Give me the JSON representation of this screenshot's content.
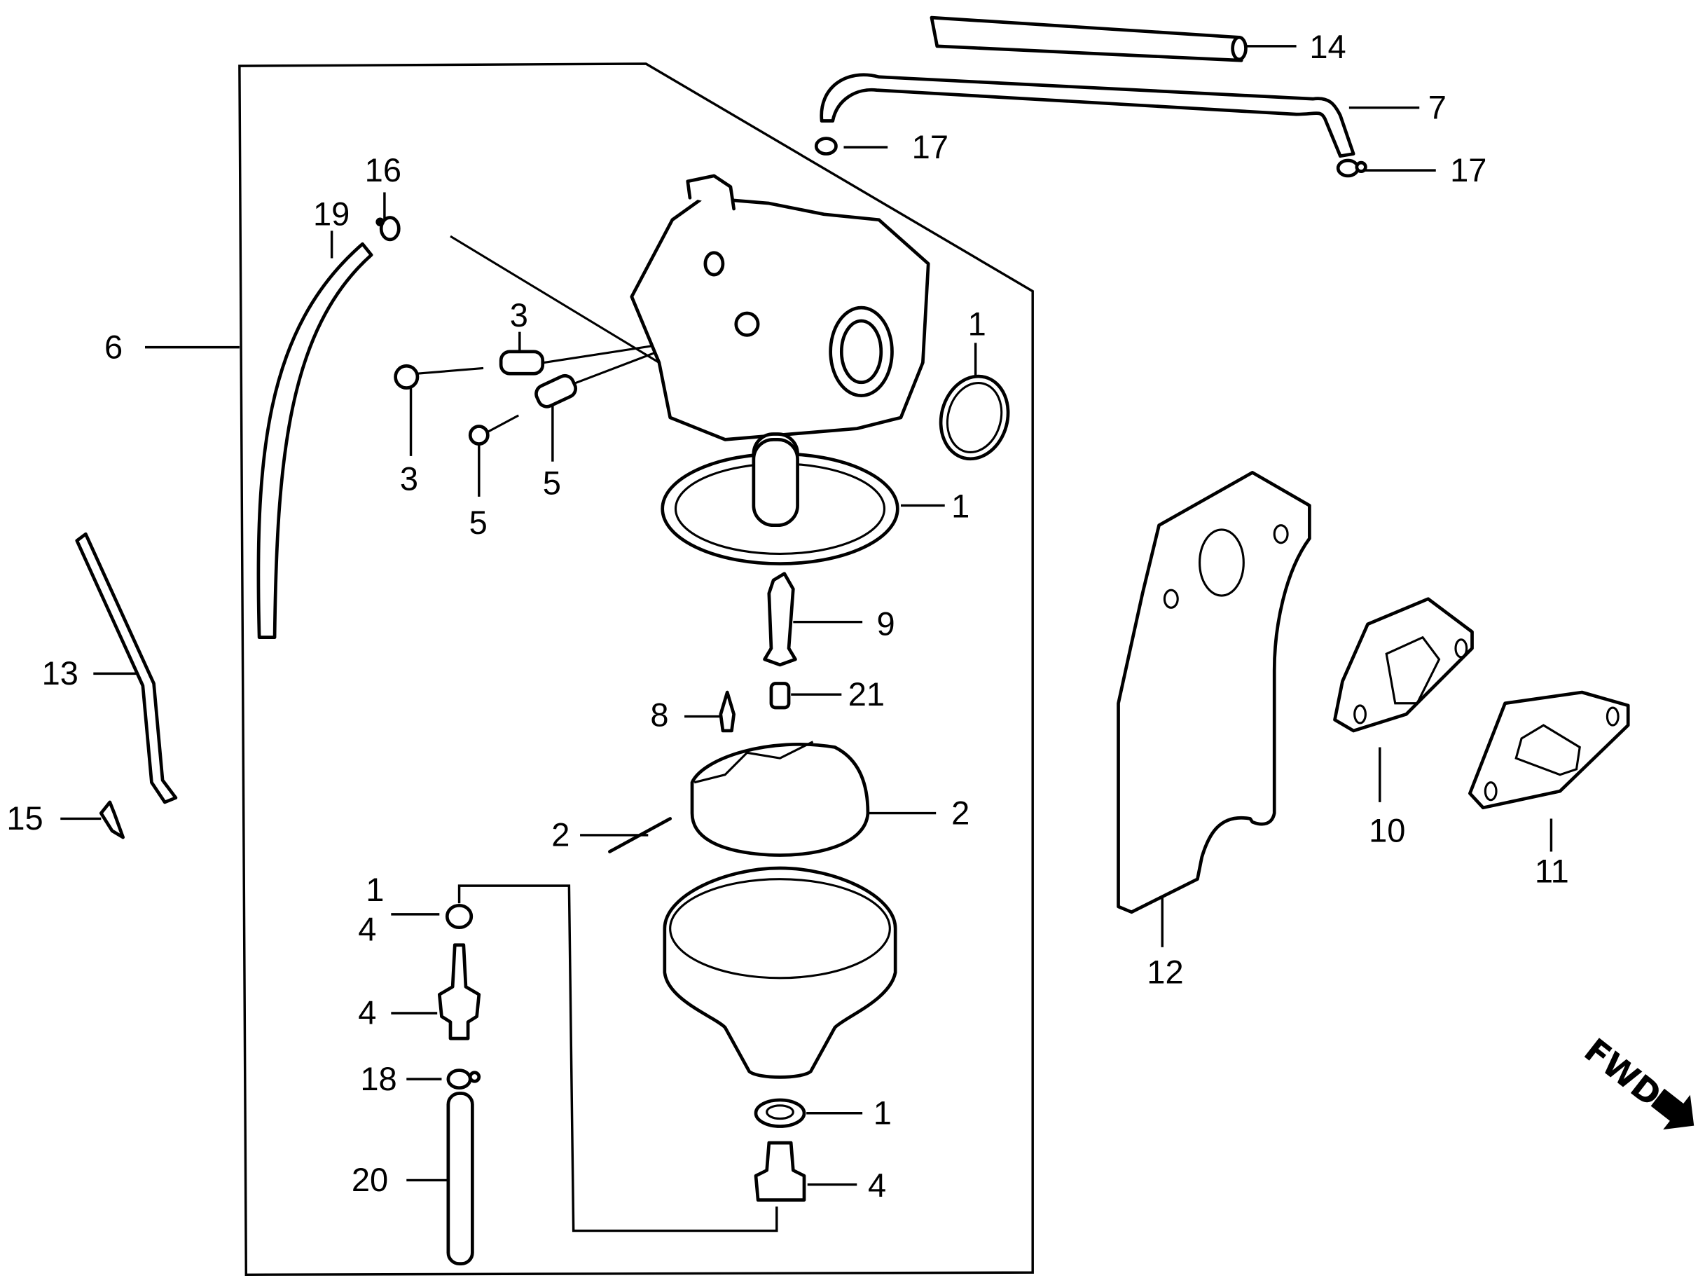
{
  "diagram": {
    "title": "Carburetor exploded parts diagram",
    "direction_indicator": {
      "text": "FWD",
      "icon": "arrow-down-right-icon"
    },
    "callouts": [
      {
        "id": "c6",
        "text": "6",
        "part": "carburetor assembly (boxed group)"
      },
      {
        "id": "c19",
        "text": "19",
        "part": "breather tube"
      },
      {
        "id": "c16",
        "text": "16",
        "part": "clip"
      },
      {
        "id": "c3a",
        "text": "3",
        "part": "spring"
      },
      {
        "id": "c3b",
        "text": "3",
        "part": "throttle stop screw"
      },
      {
        "id": "c5a",
        "text": "5",
        "part": "pilot screw"
      },
      {
        "id": "c5b",
        "text": "5",
        "part": "spring"
      },
      {
        "id": "c1a",
        "text": "1",
        "part": "O-ring (intake)"
      },
      {
        "id": "c1b",
        "text": "1",
        "part": "float chamber gasket"
      },
      {
        "id": "c9",
        "text": "9",
        "part": "main nozzle"
      },
      {
        "id": "c21",
        "text": "21",
        "part": "main jet"
      },
      {
        "id": "c8",
        "text": "8",
        "part": "float valve"
      },
      {
        "id": "c2a",
        "text": "2",
        "part": "float"
      },
      {
        "id": "c2b",
        "text": "2",
        "part": "float pin"
      },
      {
        "id": "c1c",
        "text": "1",
        "part": "washer"
      },
      {
        "id": "c4a",
        "text": "4",
        "part": "washer"
      },
      {
        "id": "c4b",
        "text": "4",
        "part": "drain screw"
      },
      {
        "id": "c18",
        "text": "18",
        "part": "clip"
      },
      {
        "id": "c20",
        "text": "20",
        "part": "drain tube"
      },
      {
        "id": "c1d",
        "text": "1",
        "part": "washer"
      },
      {
        "id": "c4c",
        "text": "4",
        "part": "bolt"
      },
      {
        "id": "c14",
        "text": "14",
        "part": "fuel tube"
      },
      {
        "id": "c7",
        "text": "7",
        "part": "fuel tube (bent)"
      },
      {
        "id": "c17a",
        "text": "17",
        "part": "clip"
      },
      {
        "id": "c17b",
        "text": "17",
        "part": "clip"
      },
      {
        "id": "c13",
        "text": "13",
        "part": "throttle rod"
      },
      {
        "id": "c15",
        "text": "15",
        "part": "spring clip"
      },
      {
        "id": "c12",
        "text": "12",
        "part": "insulator plate"
      },
      {
        "id": "c10",
        "text": "10",
        "part": "carburetor insulator"
      },
      {
        "id": "c11",
        "text": "11",
        "part": "gasket"
      }
    ]
  }
}
